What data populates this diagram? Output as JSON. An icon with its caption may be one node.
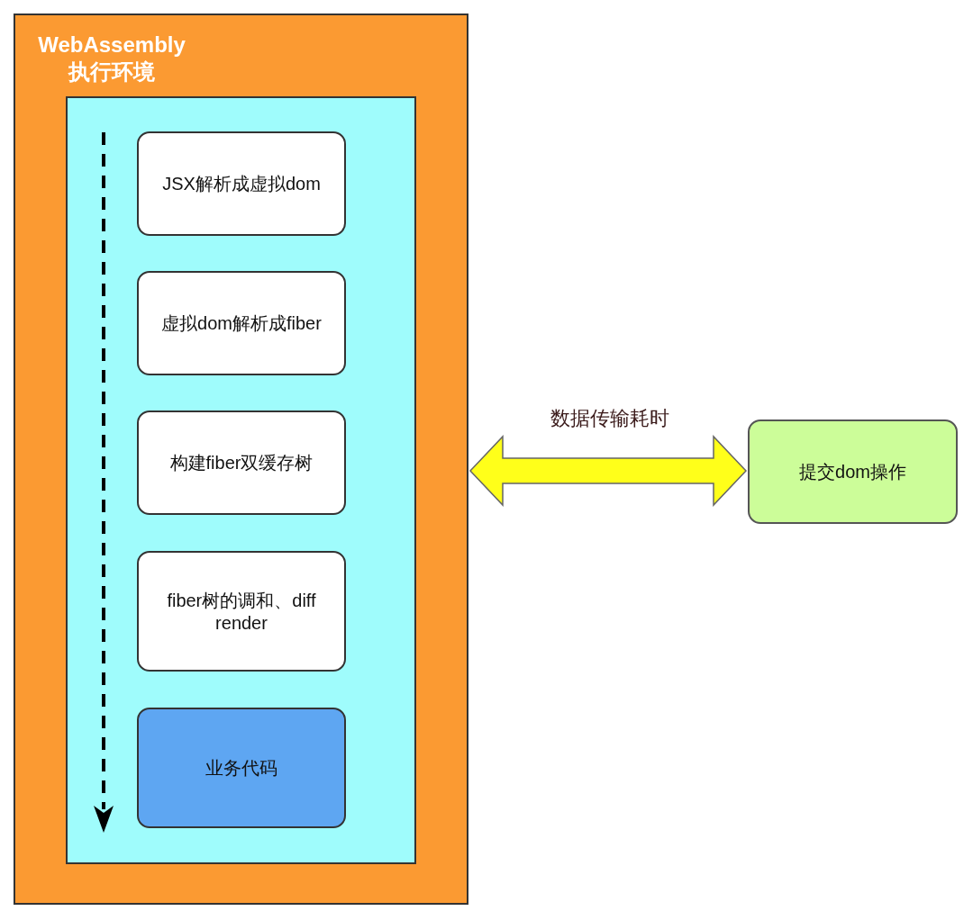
{
  "diagram": {
    "nodes": [
      {
        "text": [
          "WebAssembly 执行环境"
        ]
      },
      {
        "text": [],
        "shape": "box",
        "in": 0
      },
      {
        "text": [
          "JSX解析成虚拟dom"
        ],
        "in": 1
      },
      {
        "text": [
          "虚拟dom解析成fiber"
        ],
        "in": 1
      },
      {
        "text": [
          "构建fiber双缓存树"
        ],
        "in": 1
      },
      {
        "text": [
          "fiber树的调和、diff render"
        ],
        "in": 1
      },
      {
        "text": [
          "业务代码"
        ],
        "in": 1
      },
      {
        "text": [
          "提交dom操作"
        ]
      }
    ],
    "edges": [
      {
        "from": 0,
        "to": 7,
        "arrow": "both",
        "label": "数据传输耗时"
      }
    ]
  }
}
